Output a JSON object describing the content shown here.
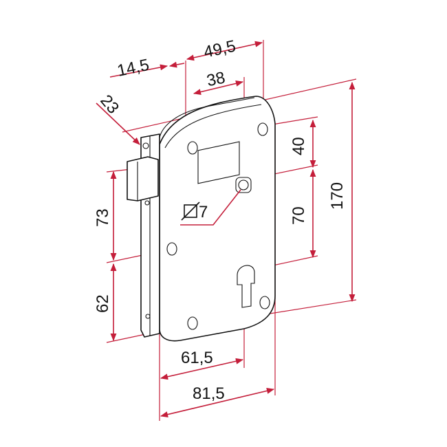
{
  "colors": {
    "dimension": "#c41e3a",
    "outline": "#111111"
  },
  "dimensions": {
    "width_top_left": "14,5",
    "width_top_total": "49,5",
    "hole_spacing_top": "38",
    "offset_angle": "23",
    "top_to_spindle": "40",
    "overall_height": "170",
    "spindle_to_cylinder": "70",
    "upper_left": "73",
    "lower_left": "62",
    "spindle_diameter": "7",
    "backset": "61,5",
    "overall_width": "81,5"
  }
}
